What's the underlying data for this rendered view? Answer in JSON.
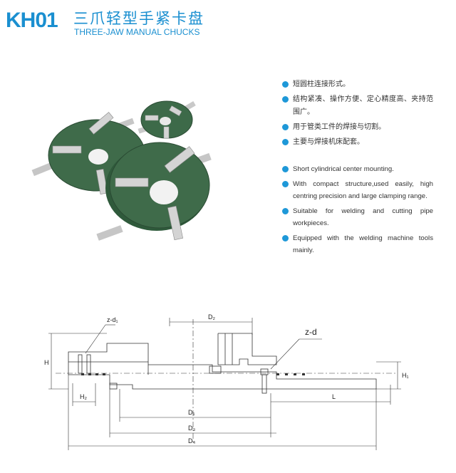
{
  "header": {
    "model": "KH01",
    "title_cn": "三爪轻型手紧卡盘",
    "title_en": "THREE-JAW MANUAL CHUCKS"
  },
  "features_cn": [
    "短圆柱连接形式。",
    "结构紧凑、操作方便、定心精度高、夹持范围广。",
    "用于管类工件的焊接与切割。",
    "主要与焊接机床配套。"
  ],
  "features_en": [
    "Short cylindrical center mounting.",
    "With compact structure,used easily, high centring precision and large clamping range.",
    "Suitable for welding and cutting pipe workpieces.",
    "Equipped with the welding machine tools mainly."
  ],
  "drawing_labels": {
    "z_d1": "z-d₁",
    "z_d": "z-d",
    "H": "H",
    "H1": "H₁",
    "H2": "H₂",
    "D1": "D₁",
    "D2": "D₂",
    "D3": "D₃",
    "D4": "D₄",
    "L": "L"
  },
  "colors": {
    "accent": "#1a8fd0",
    "bullet": "#1e98d8",
    "chuck_body": "#3f6b4a",
    "jaw": "#c8c8c8"
  }
}
